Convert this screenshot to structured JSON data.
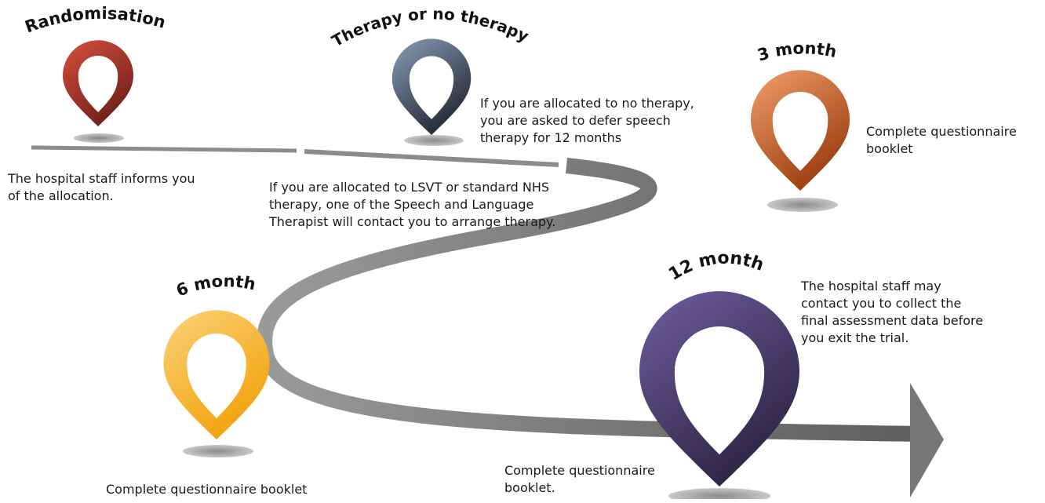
{
  "stages": [
    {
      "id": "randomisation",
      "title": "Randomisation",
      "description": "The hospital staff informs you of the allocation.",
      "pin_colors": [
        "#d8503f",
        "#6e1f1a"
      ]
    },
    {
      "id": "therapy",
      "title": "Therapy or no therapy",
      "description_top": "If you are allocated to no therapy, you are asked to defer speech therapy for 12 months",
      "description_bottom": "If you are allocated to LSVT or standard NHS therapy, one of the Speech and Language Therapist will contact you to arrange therapy.",
      "pin_colors": [
        "#8a9fb8",
        "#222833"
      ]
    },
    {
      "id": "month3",
      "title": "3 month",
      "description": "Complete questionnaire booklet",
      "pin_colors": [
        "#f3a06b",
        "#9a3c0f"
      ]
    },
    {
      "id": "month6",
      "title": "6 month",
      "description": "Complete questionnaire booklet",
      "pin_colors": [
        "#fbd37a",
        "#f2a10a"
      ]
    },
    {
      "id": "month12",
      "title": "12 month",
      "description_top": "The hospital staff may contact you to collect the final assessment data before you exit the trial.",
      "description_bottom": "Complete questionnaire booklet.",
      "pin_colors": [
        "#6f5da0",
        "#2c2442"
      ]
    }
  ]
}
